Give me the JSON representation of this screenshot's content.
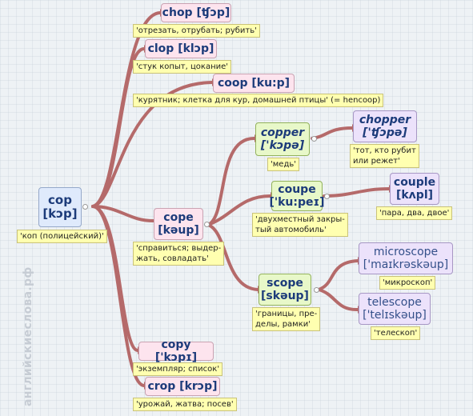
{
  "colors": {
    "link": "#b56a6a",
    "note_bg": "#ffffb0"
  },
  "watermark": "английскиеслова.рф",
  "nodes": {
    "cop": {
      "word": "cop",
      "ipa": "[kɔp]",
      "note": "'коп (полицейский)'"
    },
    "chop": {
      "label": "chop [ʧɔp]",
      "note": "'отрезать, отрубать; рубить'"
    },
    "clop": {
      "label": "clop [klɔp]",
      "note": "'стук копыт, цокание'"
    },
    "coop": {
      "label": "coop [ku:p]",
      "note": "'курятник; клетка для кур, домашней птицы' (= hencoop)"
    },
    "cope": {
      "word": "cope",
      "ipa": "[kəup]",
      "note": "'справиться; выдер-\nжать, совладать'"
    },
    "copper": {
      "word": "copper",
      "ipa": "['kɔpə]",
      "note": "'медь'"
    },
    "chopper": {
      "word": "chopper",
      "ipa": "['ʧɔpə]",
      "note": "'тот, кто рубит\nили режет'"
    },
    "coupe": {
      "word": "coupe",
      "ipa": "['ku:peɪ]",
      "note": "'двухместный закры-\nтый автомобиль'"
    },
    "couple": {
      "word": "couple",
      "ipa": "[kʌpl]",
      "note": "'пара, два, двое'"
    },
    "scope": {
      "word": "scope",
      "ipa": "[skəup]",
      "note": "'границы, пре-\nделы, рамки'"
    },
    "microscope": {
      "word": "microscope",
      "ipa": "['maɪkrəskəup]",
      "note": "'микроскоп'"
    },
    "telescope": {
      "word": "telescope",
      "ipa": "['telɪskəup]",
      "note": "'телескоп'"
    },
    "copy": {
      "label": "copy ['kɔpɪ]",
      "note": "'экземпляр; список'"
    },
    "crop": {
      "label": "crop [krɔp]",
      "note": "'урожай, жатва; посев'"
    }
  }
}
